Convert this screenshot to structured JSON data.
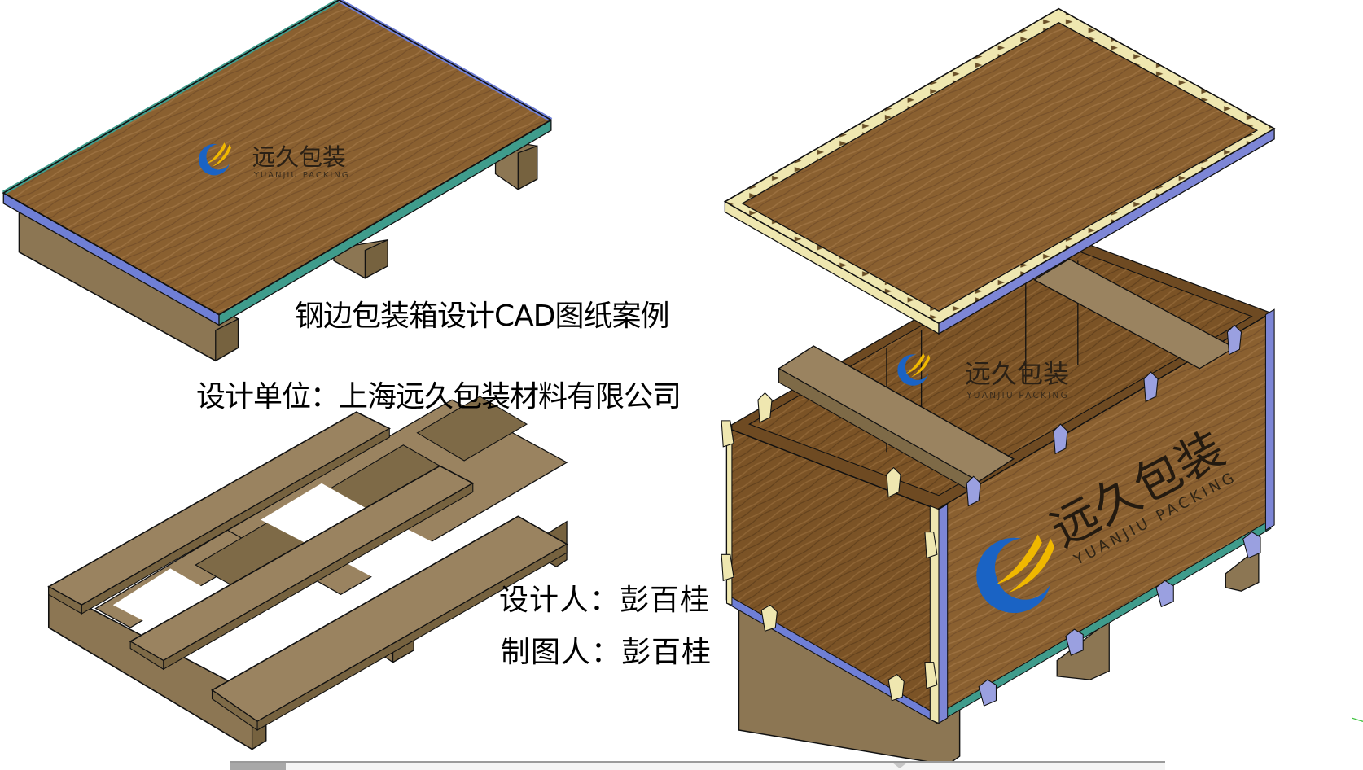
{
  "drawing": {
    "title": "钢边包装箱设计CAD图纸案例",
    "design_unit_label": "设计单位：",
    "design_unit_value": "上海远久包装材料有限公司",
    "designer_label": "设计人：",
    "designer_value": "彭百桂",
    "drafter_label": "制图人：",
    "drafter_value": "彭百桂"
  },
  "watermark": {
    "cn": "远久包装",
    "en": "YUANJIU PACKING"
  },
  "views": [
    {
      "name": "base-plate-with-steel-edges",
      "description": "Plywood base panel with blue/teal steel edge strips on skids"
    },
    {
      "name": "wooden-pallet",
      "description": "Pallet of three top boards on stringers and blocks"
    },
    {
      "name": "assembled-steel-edge-box",
      "description": "Steel-edge box with clips, lid lifted above"
    }
  ],
  "colors": {
    "wood_panel": "#8a6030",
    "wood_dark": "#6e4a22",
    "skid": "#8c7653",
    "skid_dark": "#76623f",
    "steel_blue": "#6f7fd6",
    "steel_teal": "#3f9c8c",
    "lid_edge": "#efe7b0",
    "logo_blue": "#1a63c4",
    "logo_yellow": "#f0b800",
    "outline": "#111111"
  }
}
